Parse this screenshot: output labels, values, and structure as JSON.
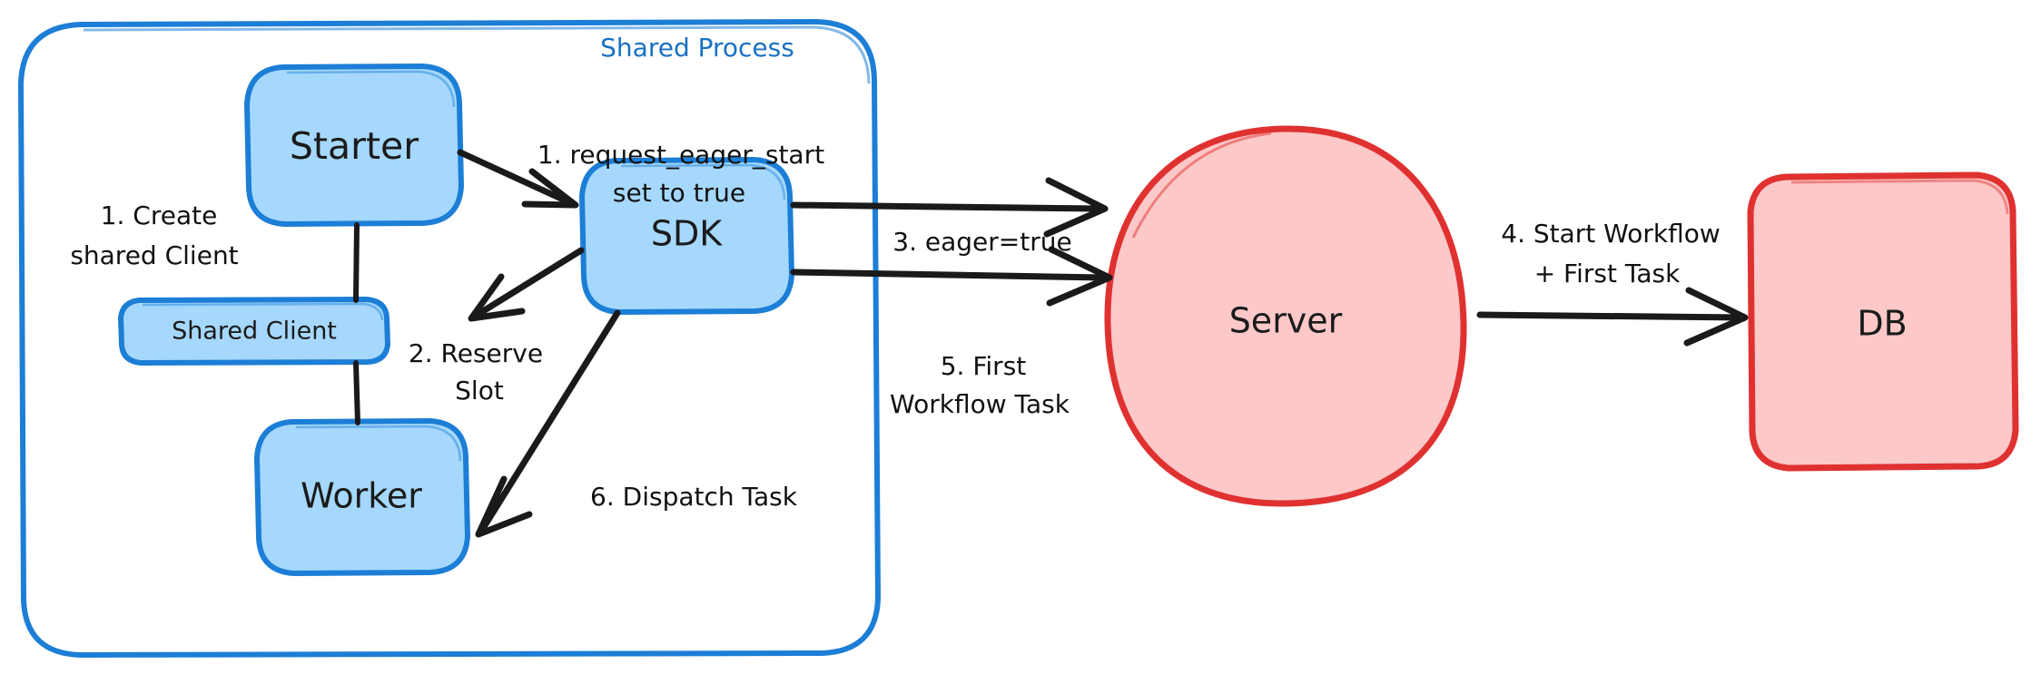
{
  "diagram": {
    "title_group": "Shared Process",
    "nodes": {
      "starter": "Starter",
      "shared_client": "Shared Client",
      "worker": "Worker",
      "sdk": "SDK",
      "server": "Server",
      "db": "DB"
    },
    "edge_labels": {
      "create_shared_client_l1": "1. Create",
      "create_shared_client_l2": "shared Client",
      "request_eager_start_l1": "1. request_eager_start",
      "request_eager_start_l2": "set to true",
      "reserve_slot_l1": "2. Reserve",
      "reserve_slot_l2": "Slot",
      "eager_true": "3. eager=true",
      "start_workflow_l1": "4. Start Workflow",
      "start_workflow_l2": "+ First Task",
      "first_workflow_task_l1": "5. First",
      "first_workflow_task_l2": "Workflow Task",
      "dispatch_task": "6. Dispatch Task"
    },
    "colors": {
      "blue_stroke": "#1c7ed6",
      "blue_fill": "#a5d8fc",
      "red_stroke": "#e03131",
      "red_fill": "#fcc8c8",
      "edge_stroke": "#1a1a1a",
      "group_label": "#1971c2",
      "background": "#ffffff"
    }
  }
}
